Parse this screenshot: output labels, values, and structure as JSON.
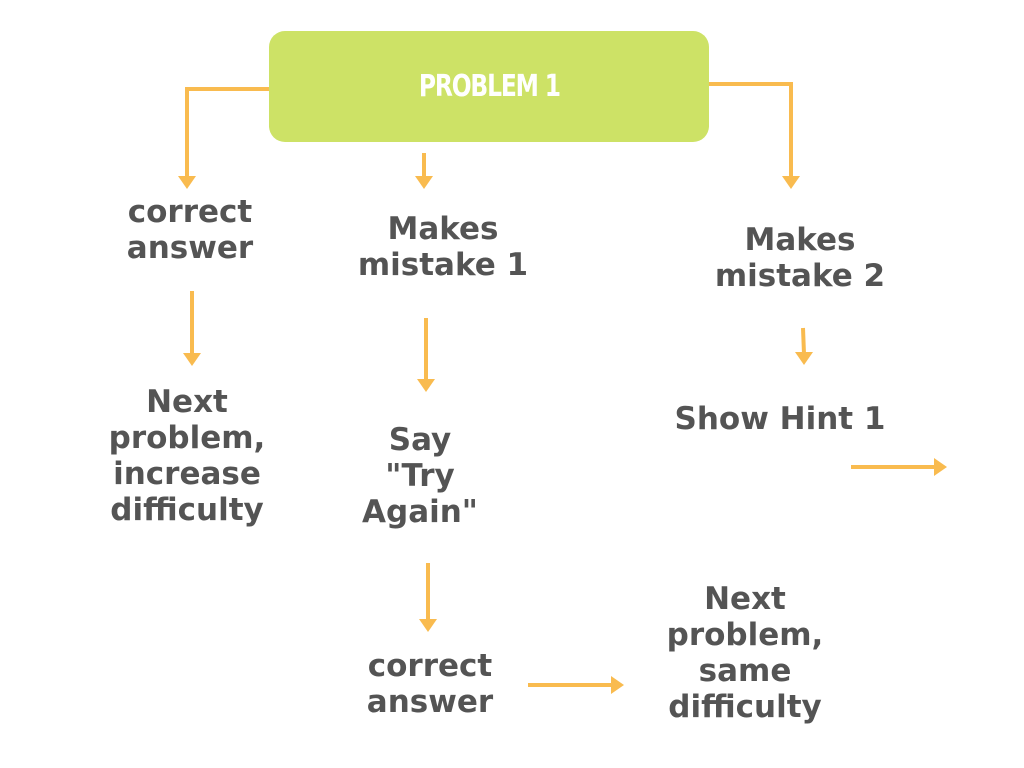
{
  "colors": {
    "root_fill": "#cde266",
    "root_text": "#ffffff",
    "arrow": "#f9bb4f",
    "node_text": "#545454"
  },
  "root": {
    "label": "PROBLEM 1"
  },
  "nodes": {
    "correct_answer_1": "correct\nanswer",
    "makes_mistake_1": "Makes\nmistake 1",
    "makes_mistake_2": "Makes\nmistake 2",
    "next_problem_increase": "Next\nproblem,\nincrease\ndifficulty",
    "say_try_again": "Say\n\"Try\nAgain\"",
    "show_hint_1": "Show Hint 1",
    "correct_answer_2": "correct\nanswer",
    "next_problem_same": "Next\nproblem,\nsame\ndifficulty"
  },
  "edges": [
    {
      "from": "root",
      "to": "correct_answer_1"
    },
    {
      "from": "root",
      "to": "makes_mistake_1"
    },
    {
      "from": "root",
      "to": "makes_mistake_2"
    },
    {
      "from": "correct_answer_1",
      "to": "next_problem_increase"
    },
    {
      "from": "makes_mistake_1",
      "to": "say_try_again"
    },
    {
      "from": "makes_mistake_2",
      "to": "show_hint_1"
    },
    {
      "from": "show_hint_1",
      "to": ""
    },
    {
      "from": "say_try_again",
      "to": "correct_answer_2"
    },
    {
      "from": "correct_answer_2",
      "to": "next_problem_same"
    }
  ]
}
